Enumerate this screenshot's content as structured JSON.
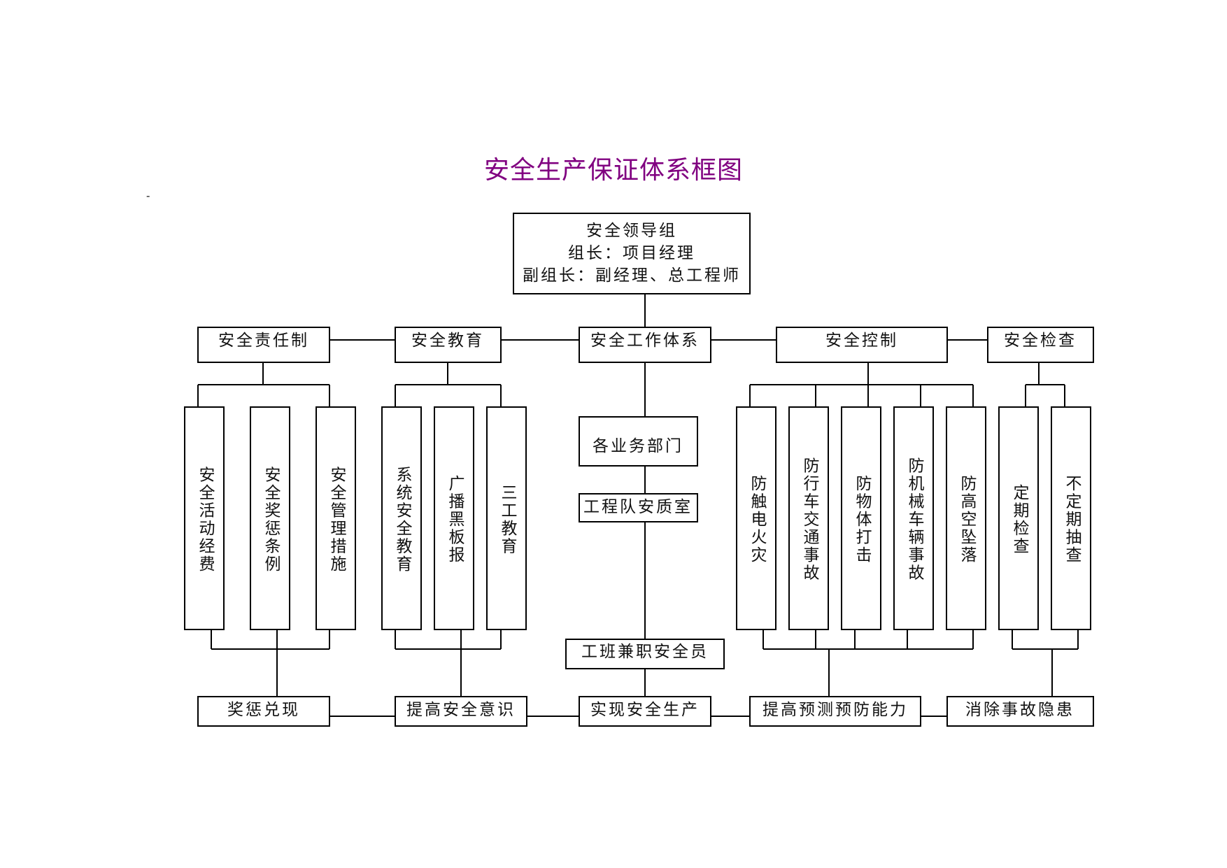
{
  "title": "安全生产保证体系框图",
  "stray_mark": "-",
  "diagram": {
    "leader": {
      "line1": "安全领导组",
      "line2": "组长：项目经理",
      "line3": "副组长：副经理、总工程师"
    },
    "headers": {
      "responsibility": "安全责任制",
      "education": "安全教育",
      "work_system": "安全工作体系",
      "control": "安全控制",
      "inspection": "安全检查"
    },
    "columns": {
      "responsibility": [
        "安全活动经费",
        "安全奖惩条例",
        "安全管理措施"
      ],
      "education": [
        "系统安全教育",
        "广播黑板报",
        "三工教育"
      ],
      "control": [
        "防触电火灾",
        "防行车交通事故",
        "防物体打击",
        "防机械车辆事故",
        "防高空坠落"
      ],
      "inspection": [
        "定期检查",
        "不定期抽查"
      ]
    },
    "center": {
      "departments": "各业务部门",
      "team_office": "工程队安质室",
      "shift_officer": "工班兼职安全员"
    },
    "outcomes": {
      "reward": "奖惩兑现",
      "awareness": "提高安全意识",
      "safe_production": "实现安全生产",
      "prevention": "提高预测预防能力",
      "hazards": "消除事故隐患"
    }
  }
}
